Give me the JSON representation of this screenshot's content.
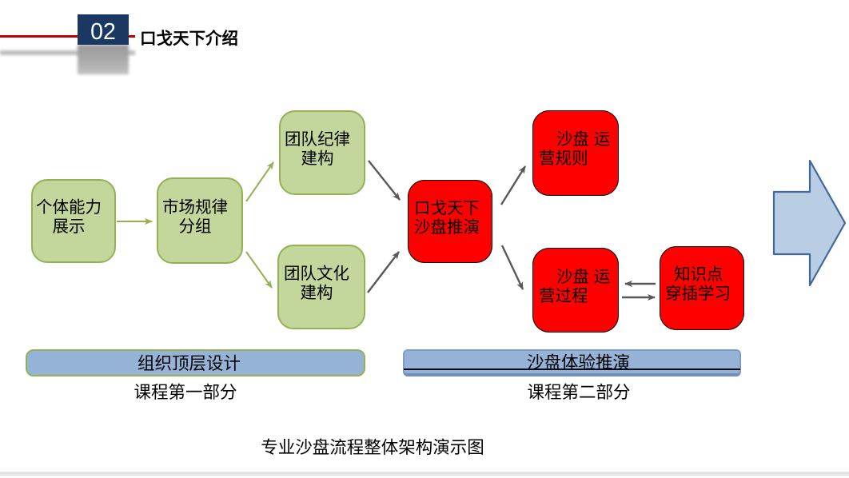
{
  "header": {
    "section_number": "02",
    "title": "口戈天下介绍"
  },
  "colors": {
    "accent_red": "#C00000",
    "navy": "#1B3764",
    "green_fill": "#C3D69B",
    "green_line": "#94B254",
    "red_fill": "#FF0000",
    "blue_fill": "#95B3D7",
    "arrow_fill": "#B9CDE5",
    "arrow_line": "#3E6999",
    "grey_line": "#595959"
  },
  "diagram": {
    "nodes": {
      "individual_ability": {
        "lines": [
          "个体能力",
          "展示"
        ]
      },
      "market_rules": {
        "lines": [
          "市场规律",
          "分组"
        ]
      },
      "team_discipline": {
        "lines": [
          "团队纪律",
          "建构"
        ]
      },
      "team_culture": {
        "lines": [
          "团队文化",
          "建构"
        ]
      },
      "sandbox_deduction": {
        "lines": [
          "口戈天下",
          "沙盘推演"
        ]
      },
      "operation_rules": {
        "lines": [
          "沙盘 运",
          "营规则"
        ]
      },
      "operation_process": {
        "lines": [
          "沙盘 运",
          "营过程"
        ]
      },
      "knowledge_points": {
        "lines": [
          "知识点",
          "穿插学习"
        ]
      }
    },
    "edges": [
      {
        "from": "individual_ability",
        "to": "market_rules",
        "color": "green"
      },
      {
        "from": "market_rules",
        "to": "team_discipline",
        "color": "green"
      },
      {
        "from": "market_rules",
        "to": "team_culture",
        "color": "green"
      },
      {
        "from": "team_discipline",
        "to": "sandbox_deduction",
        "color": "grey"
      },
      {
        "from": "team_culture",
        "to": "sandbox_deduction",
        "color": "grey"
      },
      {
        "from": "sandbox_deduction",
        "to": "operation_rules",
        "color": "grey"
      },
      {
        "from": "sandbox_deduction",
        "to": "operation_process",
        "color": "grey"
      },
      {
        "from": "knowledge_points",
        "to": "operation_process",
        "color": "grey"
      },
      {
        "from": "operation_process",
        "to": "knowledge_points",
        "color": "grey"
      }
    ],
    "big_arrow_direction": "right"
  },
  "banners": {
    "first": {
      "label": "组织顶层设计",
      "sublabel": "课程第一部分"
    },
    "second": {
      "label": "沙盘体验推演",
      "sublabel": "课程第二部分"
    }
  },
  "caption": "专业沙盘流程整体架构演示图"
}
